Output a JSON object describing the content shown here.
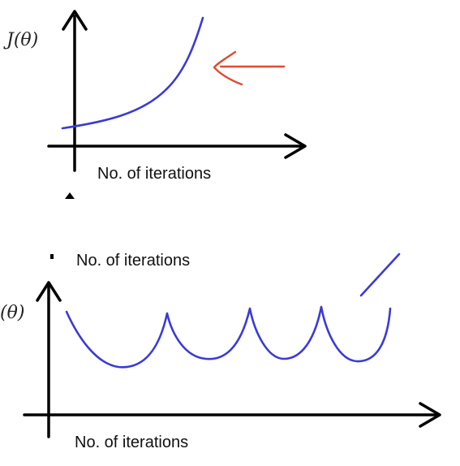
{
  "top_plot": {
    "ylabel": "J(θ)",
    "xlabel": "No. of iterations"
  },
  "bottom_plot": {
    "overlapping_label": "No. of iterations",
    "ylabel_partial": "(θ)",
    "xlabel": "No. of iterations"
  },
  "colors": {
    "curve": "#3a3ad6",
    "annotation_arrow": "#e04a33",
    "axes": "#000000"
  },
  "icons": {
    "annotation": "left-arrow-icon"
  }
}
